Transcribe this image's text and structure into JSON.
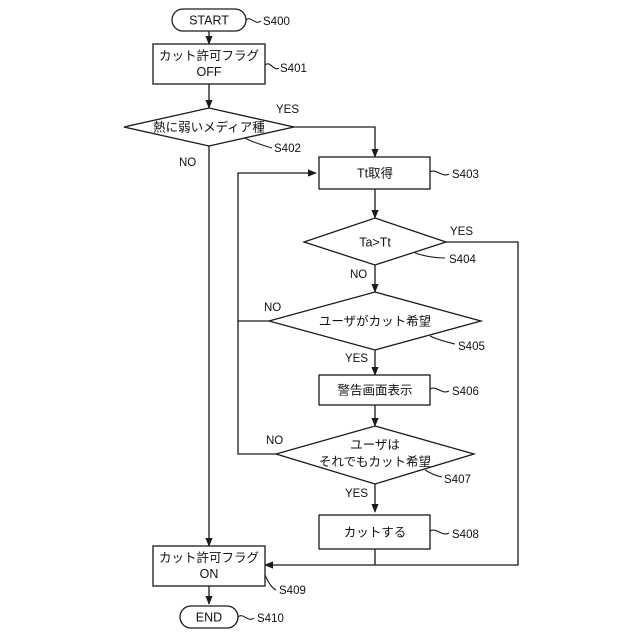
{
  "nodes": {
    "start": {
      "text": "START",
      "step": "S400"
    },
    "s401": {
      "line1": "カット許可フラグ",
      "line2": "OFF",
      "step": "S401"
    },
    "s402": {
      "text": "熱に弱いメディア種",
      "step": "S402",
      "yes": "YES",
      "no": "NO"
    },
    "s403": {
      "text": "Tt取得",
      "step": "S403"
    },
    "s404": {
      "text": "Ta>Tt",
      "step": "S404",
      "yes": "YES",
      "no": "NO"
    },
    "s405": {
      "text": "ユーザがカット希望",
      "step": "S405",
      "yes": "YES",
      "no": "NO"
    },
    "s406": {
      "text": "警告画面表示",
      "step": "S406"
    },
    "s407": {
      "line1": "ユーザは",
      "line2": "それでもカット希望",
      "step": "S407",
      "yes": "YES",
      "no": "NO"
    },
    "s408": {
      "text": "カットする",
      "step": "S408"
    },
    "s409": {
      "line1": "カット許可フラグ",
      "line2": "ON",
      "step": "S409"
    },
    "end": {
      "text": "END",
      "step": "S410"
    }
  }
}
